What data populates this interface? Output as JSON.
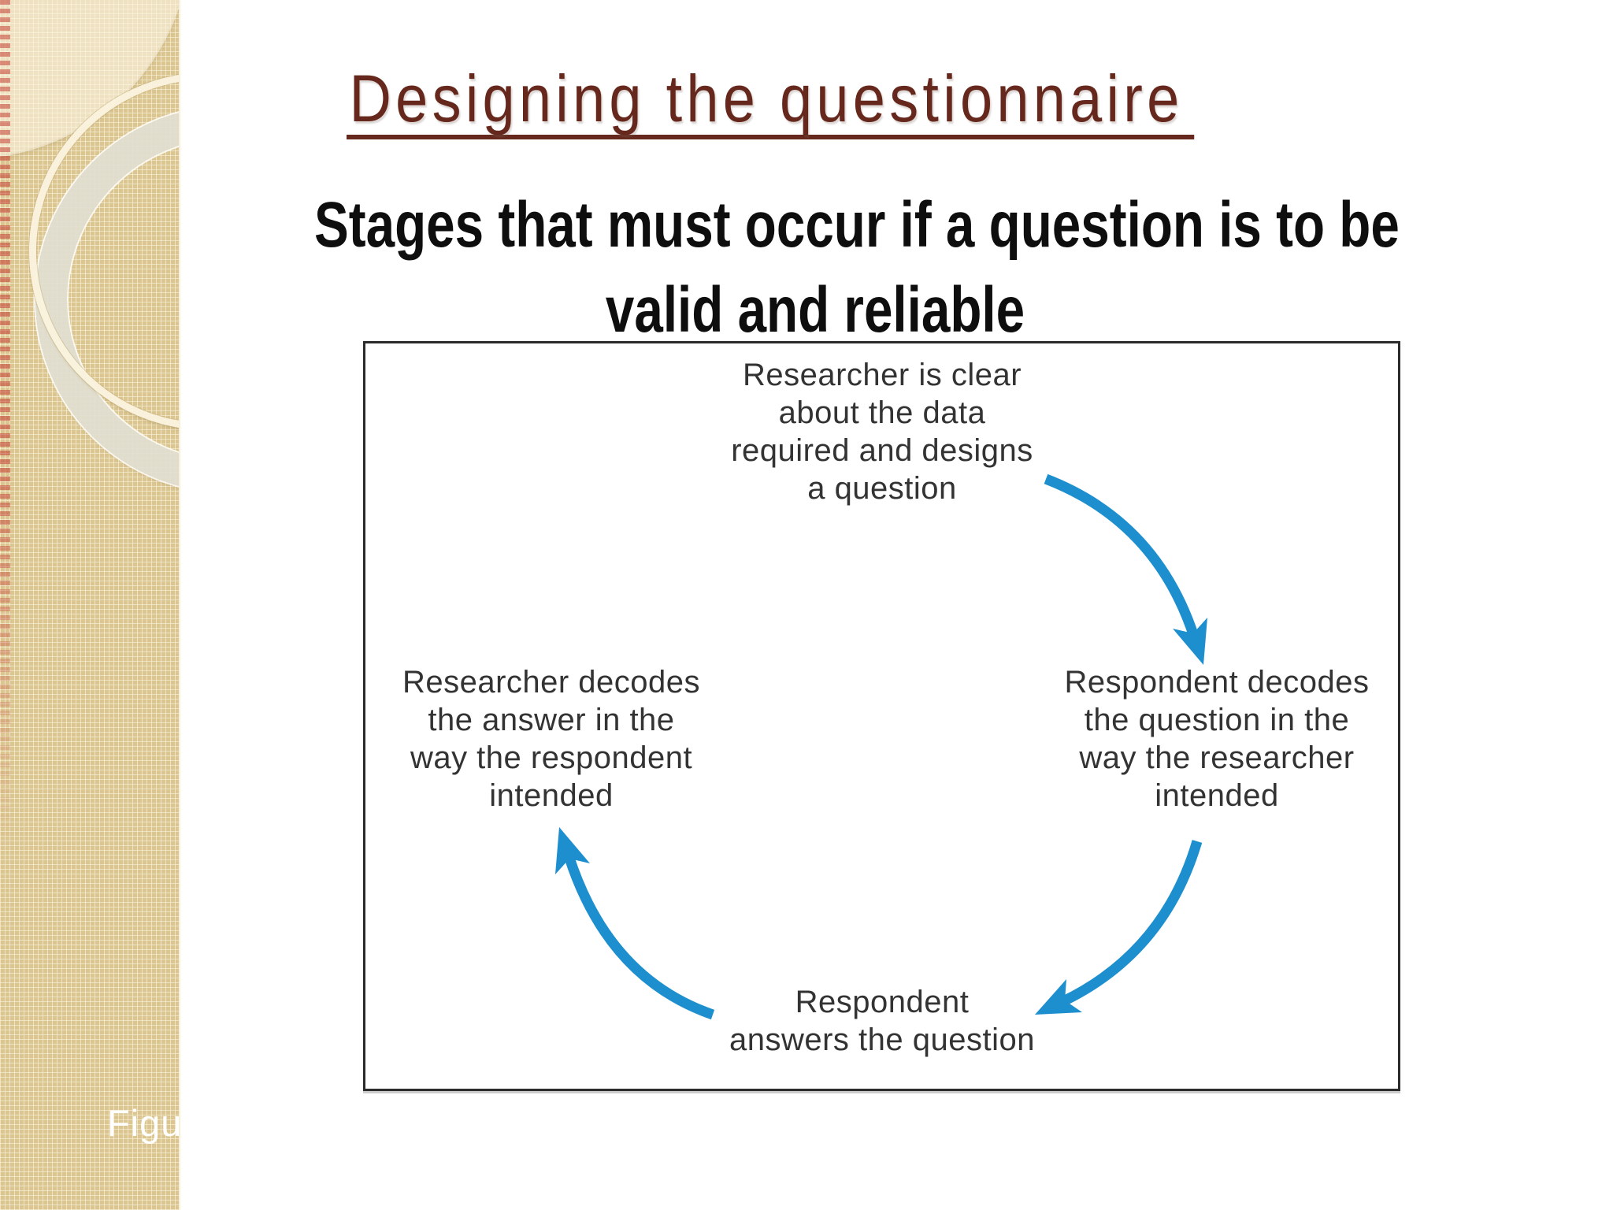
{
  "slide": {
    "title": "Designing the questionnaire",
    "subtitle": [
      "Stages that must occur if a question is to be",
      "valid and reliable"
    ],
    "caption_fragment": "Figu"
  },
  "diagram": {
    "type": "cycle",
    "nodes": {
      "top": {
        "lines": [
          "Researcher is clear",
          "about the data",
          "required and designs",
          "a question"
        ]
      },
      "right": {
        "lines": [
          "Respondent decodes",
          "the question in the",
          "way the researcher",
          "intended"
        ]
      },
      "bottom": {
        "lines": [
          "Respondent",
          "answers the question"
        ]
      },
      "left": {
        "lines": [
          "Researcher decodes",
          "the answer in the",
          "way the respondent",
          "intended"
        ]
      }
    },
    "edges": [
      {
        "from": "top",
        "to": "right"
      },
      {
        "from": "right",
        "to": "bottom"
      },
      {
        "from": "bottom",
        "to": "left"
      }
    ]
  },
  "colors": {
    "title-color": "#66281c",
    "subtitle-color": "#0e0e0e",
    "arrow-color": "#1d8fce",
    "sidebar-base": "#ead9a9",
    "diagram-text": "#333333",
    "diagram-border": "#2b2b2b",
    "caption-color": "#ffffff"
  }
}
